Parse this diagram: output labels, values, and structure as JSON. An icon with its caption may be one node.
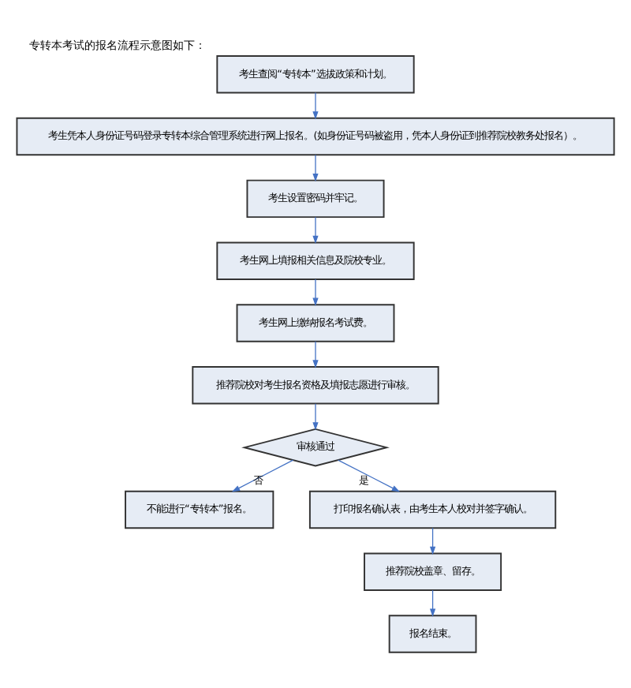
{
  "diagram": {
    "title": "专转本考试的报名流程示意图如下：",
    "nodes": [
      {
        "text": [
          "考生查阅“专转本”选拔政策和计划。"
        ]
      },
      {
        "text": [
          "考生凭本人身份证号码登录专转本综合管理系统进行网上报名。(如身份证号码被盗用，凭本人身份证到推荐院校教务处报名）。"
        ]
      },
      {
        "text": [
          "考生设置密码并牢记。"
        ]
      },
      {
        "text": [
          "考生网上填报相关信息及院校专业。"
        ]
      },
      {
        "text": [
          "考生网上缴纳报名考试费。"
        ]
      },
      {
        "text": [
          "推荐院校对考生报名资格及填报志愿进行审核。"
        ]
      },
      {
        "text": [
          "审核通过"
        ]
      },
      {
        "text": [
          "不能进行“专转本”报名。"
        ]
      },
      {
        "text": [
          "打印报名确认表，由考生本人校对并签字确认。"
        ]
      },
      {
        "text": [
          "推荐院校盖章、留存。"
        ]
      },
      {
        "text": [
          "报名结束。"
        ]
      }
    ],
    "edges": [
      {
        "from": 0,
        "to": 1,
        "arrow": "to"
      },
      {
        "from": 1,
        "to": 2,
        "arrow": "to"
      },
      {
        "from": 2,
        "to": 3,
        "arrow": "to"
      },
      {
        "from": 3,
        "to": 4,
        "arrow": "to"
      },
      {
        "from": 4,
        "to": 5,
        "arrow": "to"
      },
      {
        "from": 5,
        "to": 6,
        "arrow": "to"
      },
      {
        "from": 6,
        "to": 7,
        "arrow": "to",
        "label": "否"
      },
      {
        "from": 6,
        "to": 8,
        "arrow": "to",
        "label": "是"
      },
      {
        "from": 8,
        "to": 9,
        "arrow": "to"
      },
      {
        "from": 9,
        "to": 10,
        "arrow": "to"
      }
    ]
  }
}
